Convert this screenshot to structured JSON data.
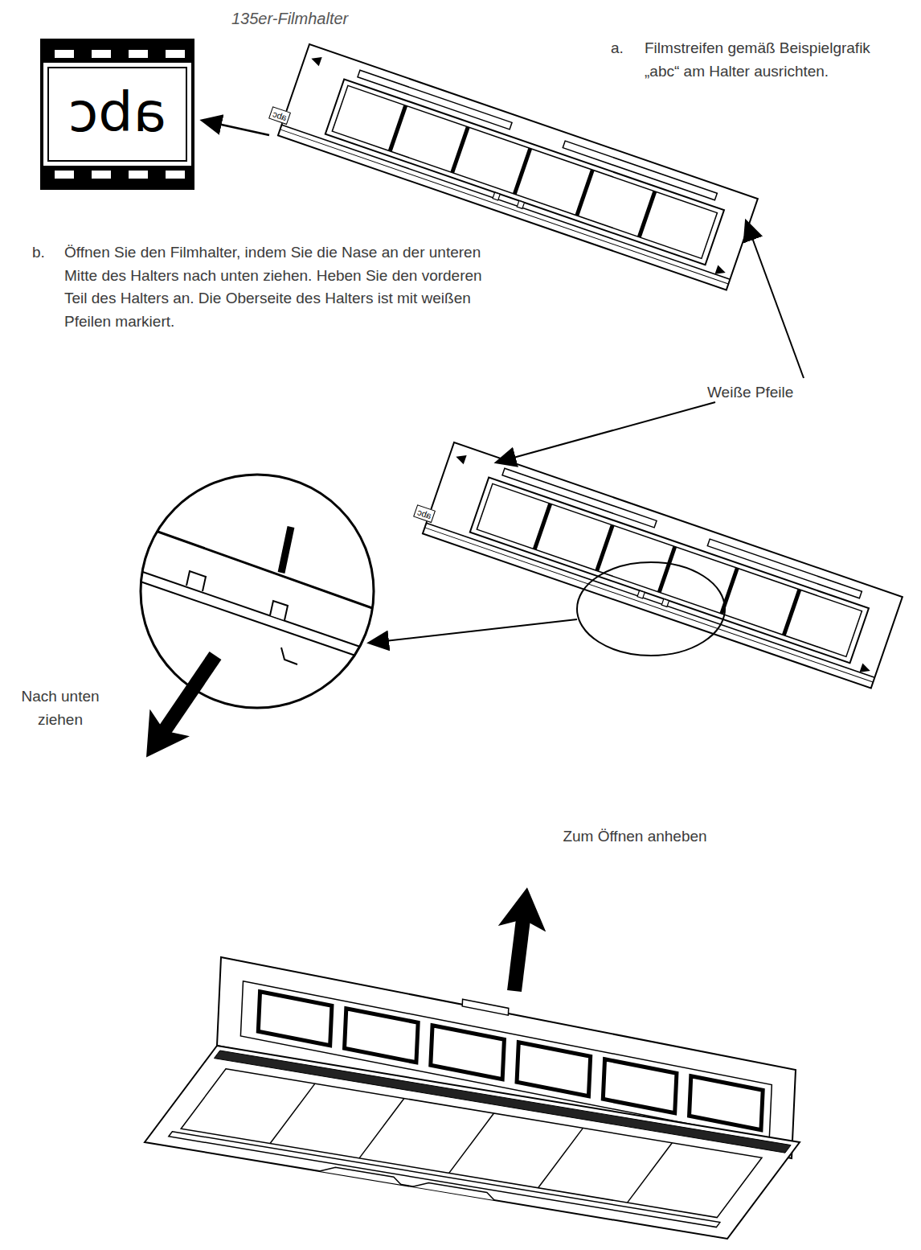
{
  "diagram": {
    "title": "135er-Filmhalter",
    "nodes": [
      {
        "text": [
          "abc"
        ]
      }
    ],
    "labels": [
      "a.",
      "Filmstreifen gemäß Beispielgrafik „abc“ am Halter ausrichten.",
      "b.",
      "Öffnen Sie den Filmhalter, indem Sie die Nase an der unteren Mitte des Halters nach unten ziehen. Heben Sie den vorderen Teil des Halters an. Die Oberseite des Halters ist mit weißen Pfeilen markiert.",
      "Weiße Pfeile",
      "Nach unten ziehen",
      "Zum Öffnen anheben",
      "abc",
      "abc"
    ]
  }
}
